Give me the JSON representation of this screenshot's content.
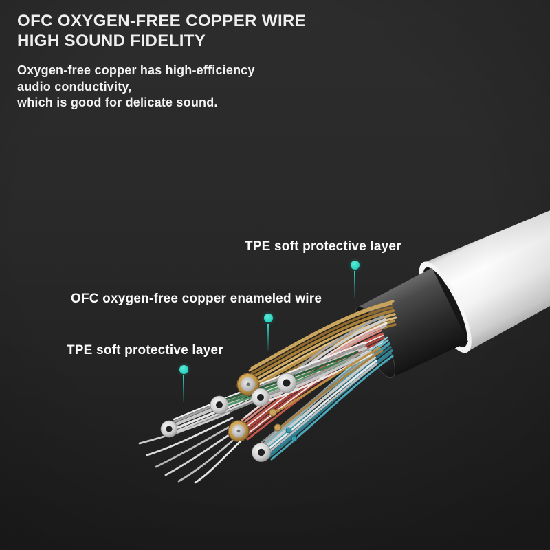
{
  "theme": {
    "background_top": "#2d2d2d",
    "background_bottom": "#1e1e1e",
    "accent_teal": "#2fd8c5",
    "text_color": "#f3f3f3",
    "jacket_white": "#f4f4f4",
    "sleeve_gray": "#2e2e2e",
    "wire_gold": "#c9a45c",
    "wire_silver": "#d9d9d9",
    "wire_red": "#c4574c",
    "wire_teal": "#3d9cae",
    "wire_green": "#3e7e50"
  },
  "header": {
    "title_line1": "OFC OXYGEN-FREE COPPER WIRE",
    "title_line2": "HIGH SOUND FIDELITY",
    "description_lines": [
      "Oxygen-free copper has high-efficiency",
      "audio conductivity,",
      "which is good for delicate sound."
    ]
  },
  "callouts": [
    {
      "label": "TPE soft protective layer"
    },
    {
      "label": "OFC oxygen-free copper enameled wire"
    },
    {
      "label": "TPE soft protective layer"
    }
  ]
}
